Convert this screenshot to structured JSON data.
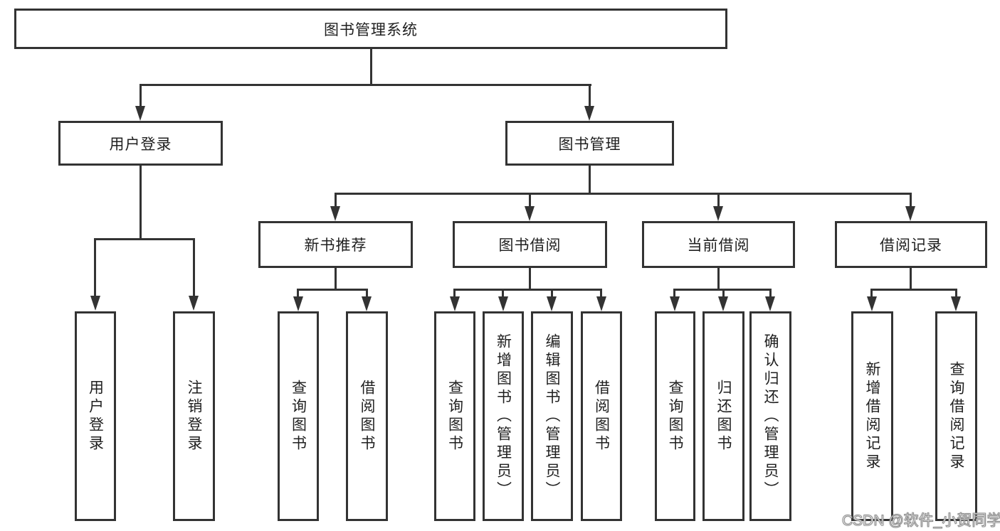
{
  "colors": {
    "background": "#ffffff",
    "box_border": "#333333",
    "box_fill": "#ffffff",
    "line": "#333333",
    "text": "#1f1f1f",
    "watermark_text": "#ffffff"
  },
  "diagram": {
    "root_label": "图书管理系统",
    "level2": [
      {
        "label": "用户登录"
      },
      {
        "label": "图书管理"
      }
    ],
    "level3": [
      {
        "label": "新书推荐"
      },
      {
        "label": "图书借阅"
      },
      {
        "label": "当前借阅"
      },
      {
        "label": "借阅记录"
      }
    ],
    "leaves": [
      {
        "label": "用户登录"
      },
      {
        "label": "注销登录"
      },
      {
        "label": "查询图书"
      },
      {
        "label": "借阅图书"
      },
      {
        "label": "查询图书"
      },
      {
        "label": "新增图书（管理员）"
      },
      {
        "label": "编辑图书（管理员）"
      },
      {
        "label": "借阅图书"
      },
      {
        "label": "查询图书"
      },
      {
        "label": "归还图书"
      },
      {
        "label": "确认归还（管理员）"
      },
      {
        "label": "新增借阅记录"
      },
      {
        "label": "查询借阅记录"
      }
    ]
  },
  "watermark": {
    "text": "CSDN @软件_小贺同学"
  }
}
